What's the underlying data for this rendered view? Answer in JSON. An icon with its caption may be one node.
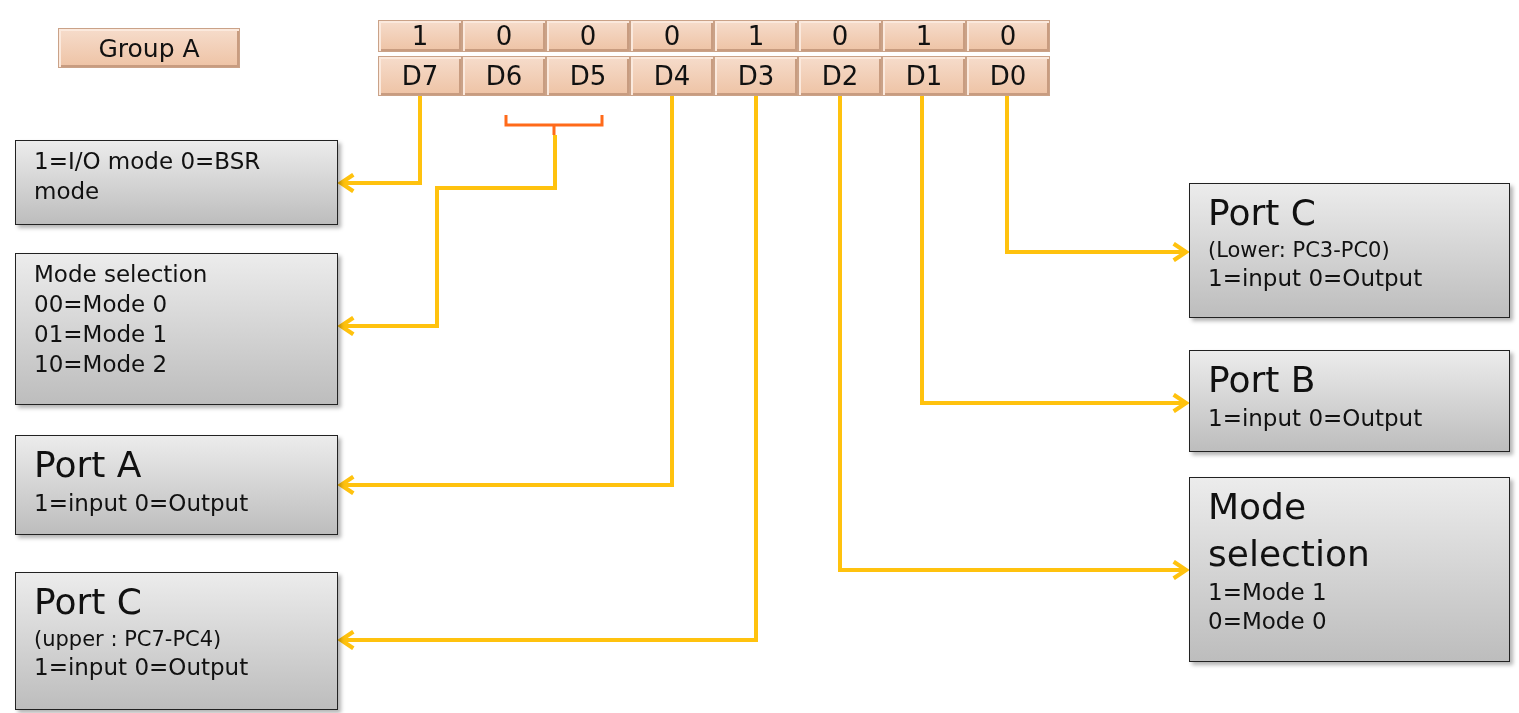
{
  "diagram": {
    "nodes": [
      {
        "text": [
          "Group A"
        ]
      },
      {
        "text": [
          "1"
        ]
      },
      {
        "text": [
          "0"
        ]
      },
      {
        "text": [
          "0"
        ]
      },
      {
        "text": [
          "0"
        ]
      },
      {
        "text": [
          "1"
        ]
      },
      {
        "text": [
          "0"
        ]
      },
      {
        "text": [
          "1"
        ]
      },
      {
        "text": [
          "0"
        ]
      },
      {
        "text": [
          "D7"
        ]
      },
      {
        "text": [
          "D6"
        ]
      },
      {
        "text": [
          "D5"
        ]
      },
      {
        "text": [
          "D4"
        ]
      },
      {
        "text": [
          "D3"
        ]
      },
      {
        "text": [
          "D2"
        ]
      },
      {
        "text": [
          "D1"
        ]
      },
      {
        "text": [
          "D0"
        ]
      },
      {
        "text": [],
        "shape": "bracket"
      },
      {
        "text": [
          "1=I/O mode 0=BSR mode"
        ]
      },
      {
        "text": [
          "Mode selection",
          "00=Mode 0",
          "01=Mode 1",
          "10=Mode 2"
        ]
      },
      {
        "text": [
          "Port A",
          "1=input 0=Output"
        ]
      },
      {
        "text": [
          "Port C",
          "(upper : PC7-PC4)",
          "1=input 0=Output"
        ]
      },
      {
        "text": [
          "Port C",
          "(Lower: PC3-PC0)",
          "1=input 0=Output"
        ]
      },
      {
        "text": [
          "Port B",
          "1=input 0=Output"
        ]
      },
      {
        "text": [
          "Mode selection",
          "1=Mode 1",
          "0=Mode 0"
        ]
      }
    ],
    "edges": [
      {
        "from": 9,
        "to": 18,
        "arrow": "to"
      },
      {
        "from": 17,
        "to": 19,
        "arrow": "to"
      },
      {
        "from": 12,
        "to": 20,
        "arrow": "to"
      },
      {
        "from": 13,
        "to": 21,
        "arrow": "to"
      },
      {
        "from": 16,
        "to": 22,
        "arrow": "to"
      },
      {
        "from": 15,
        "to": 23,
        "arrow": "to"
      },
      {
        "from": 14,
        "to": 24,
        "arrow": "to"
      }
    ]
  }
}
